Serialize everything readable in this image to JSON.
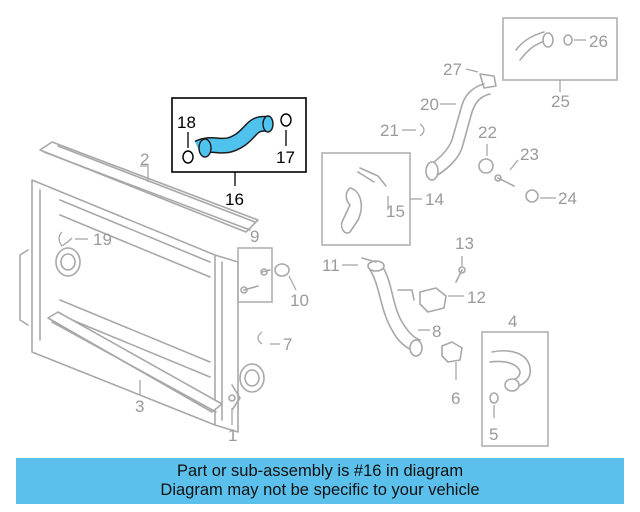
{
  "diagram": {
    "highlight_color": "#4fc3ee",
    "callouts": {
      "c1": "1",
      "c2": "2",
      "c3": "3",
      "c4": "4",
      "c5": "5",
      "c6": "6",
      "c7": "7",
      "c8": "8",
      "c9": "9",
      "c10": "10",
      "c11": "11",
      "c12": "12",
      "c13": "13",
      "c14": "14",
      "c15": "15",
      "c16": "16",
      "c17": "17",
      "c18": "18",
      "c19": "19",
      "c20": "20",
      "c21": "21",
      "c22": "22",
      "c23": "23",
      "c24": "24",
      "c25": "25",
      "c26": "26",
      "c27": "27"
    }
  },
  "banner": {
    "line1": "Part or sub-assembly is #16 in diagram",
    "line2": "Diagram may not be specific to your vehicle",
    "background": "#5bc0ec"
  }
}
